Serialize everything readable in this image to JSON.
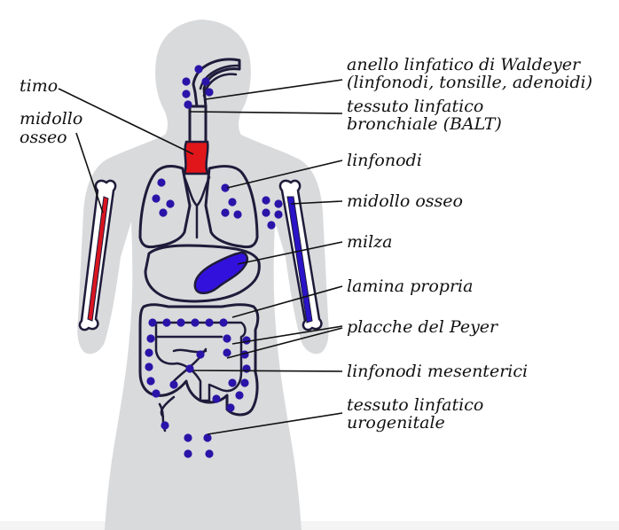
{
  "labels": {
    "timo": "timo",
    "midollo_left_1": "midollo",
    "midollo_left_2": "osseo",
    "waldeyer_1": "anello linfatico di Waldeyer",
    "waldeyer_2": "(linfonodi, tonsille, adenoidi)",
    "balt_1": "tessuto linfatico",
    "balt_2": "bronchiale (BALT)",
    "linfonodi": "linfonodi",
    "midollo_right": "midollo osseo",
    "milza": "milza",
    "lamina": "lamina propria",
    "peyer": "placche del Peyer",
    "mesenterici": "linfonodi mesenterici",
    "urogenitale_1": "tessuto linfatico",
    "urogenitale_2": "urogenitale"
  },
  "colors": {
    "body_fill": "#d9dadc",
    "outline": "#1e1b3a",
    "node": "#2a13a8",
    "thymus": "#e0161b",
    "marrow_left": "#d91420",
    "marrow_right": "#2a13c8",
    "spleen": "#3311dd",
    "bone": "#ffffff",
    "leader": "#111111"
  }
}
